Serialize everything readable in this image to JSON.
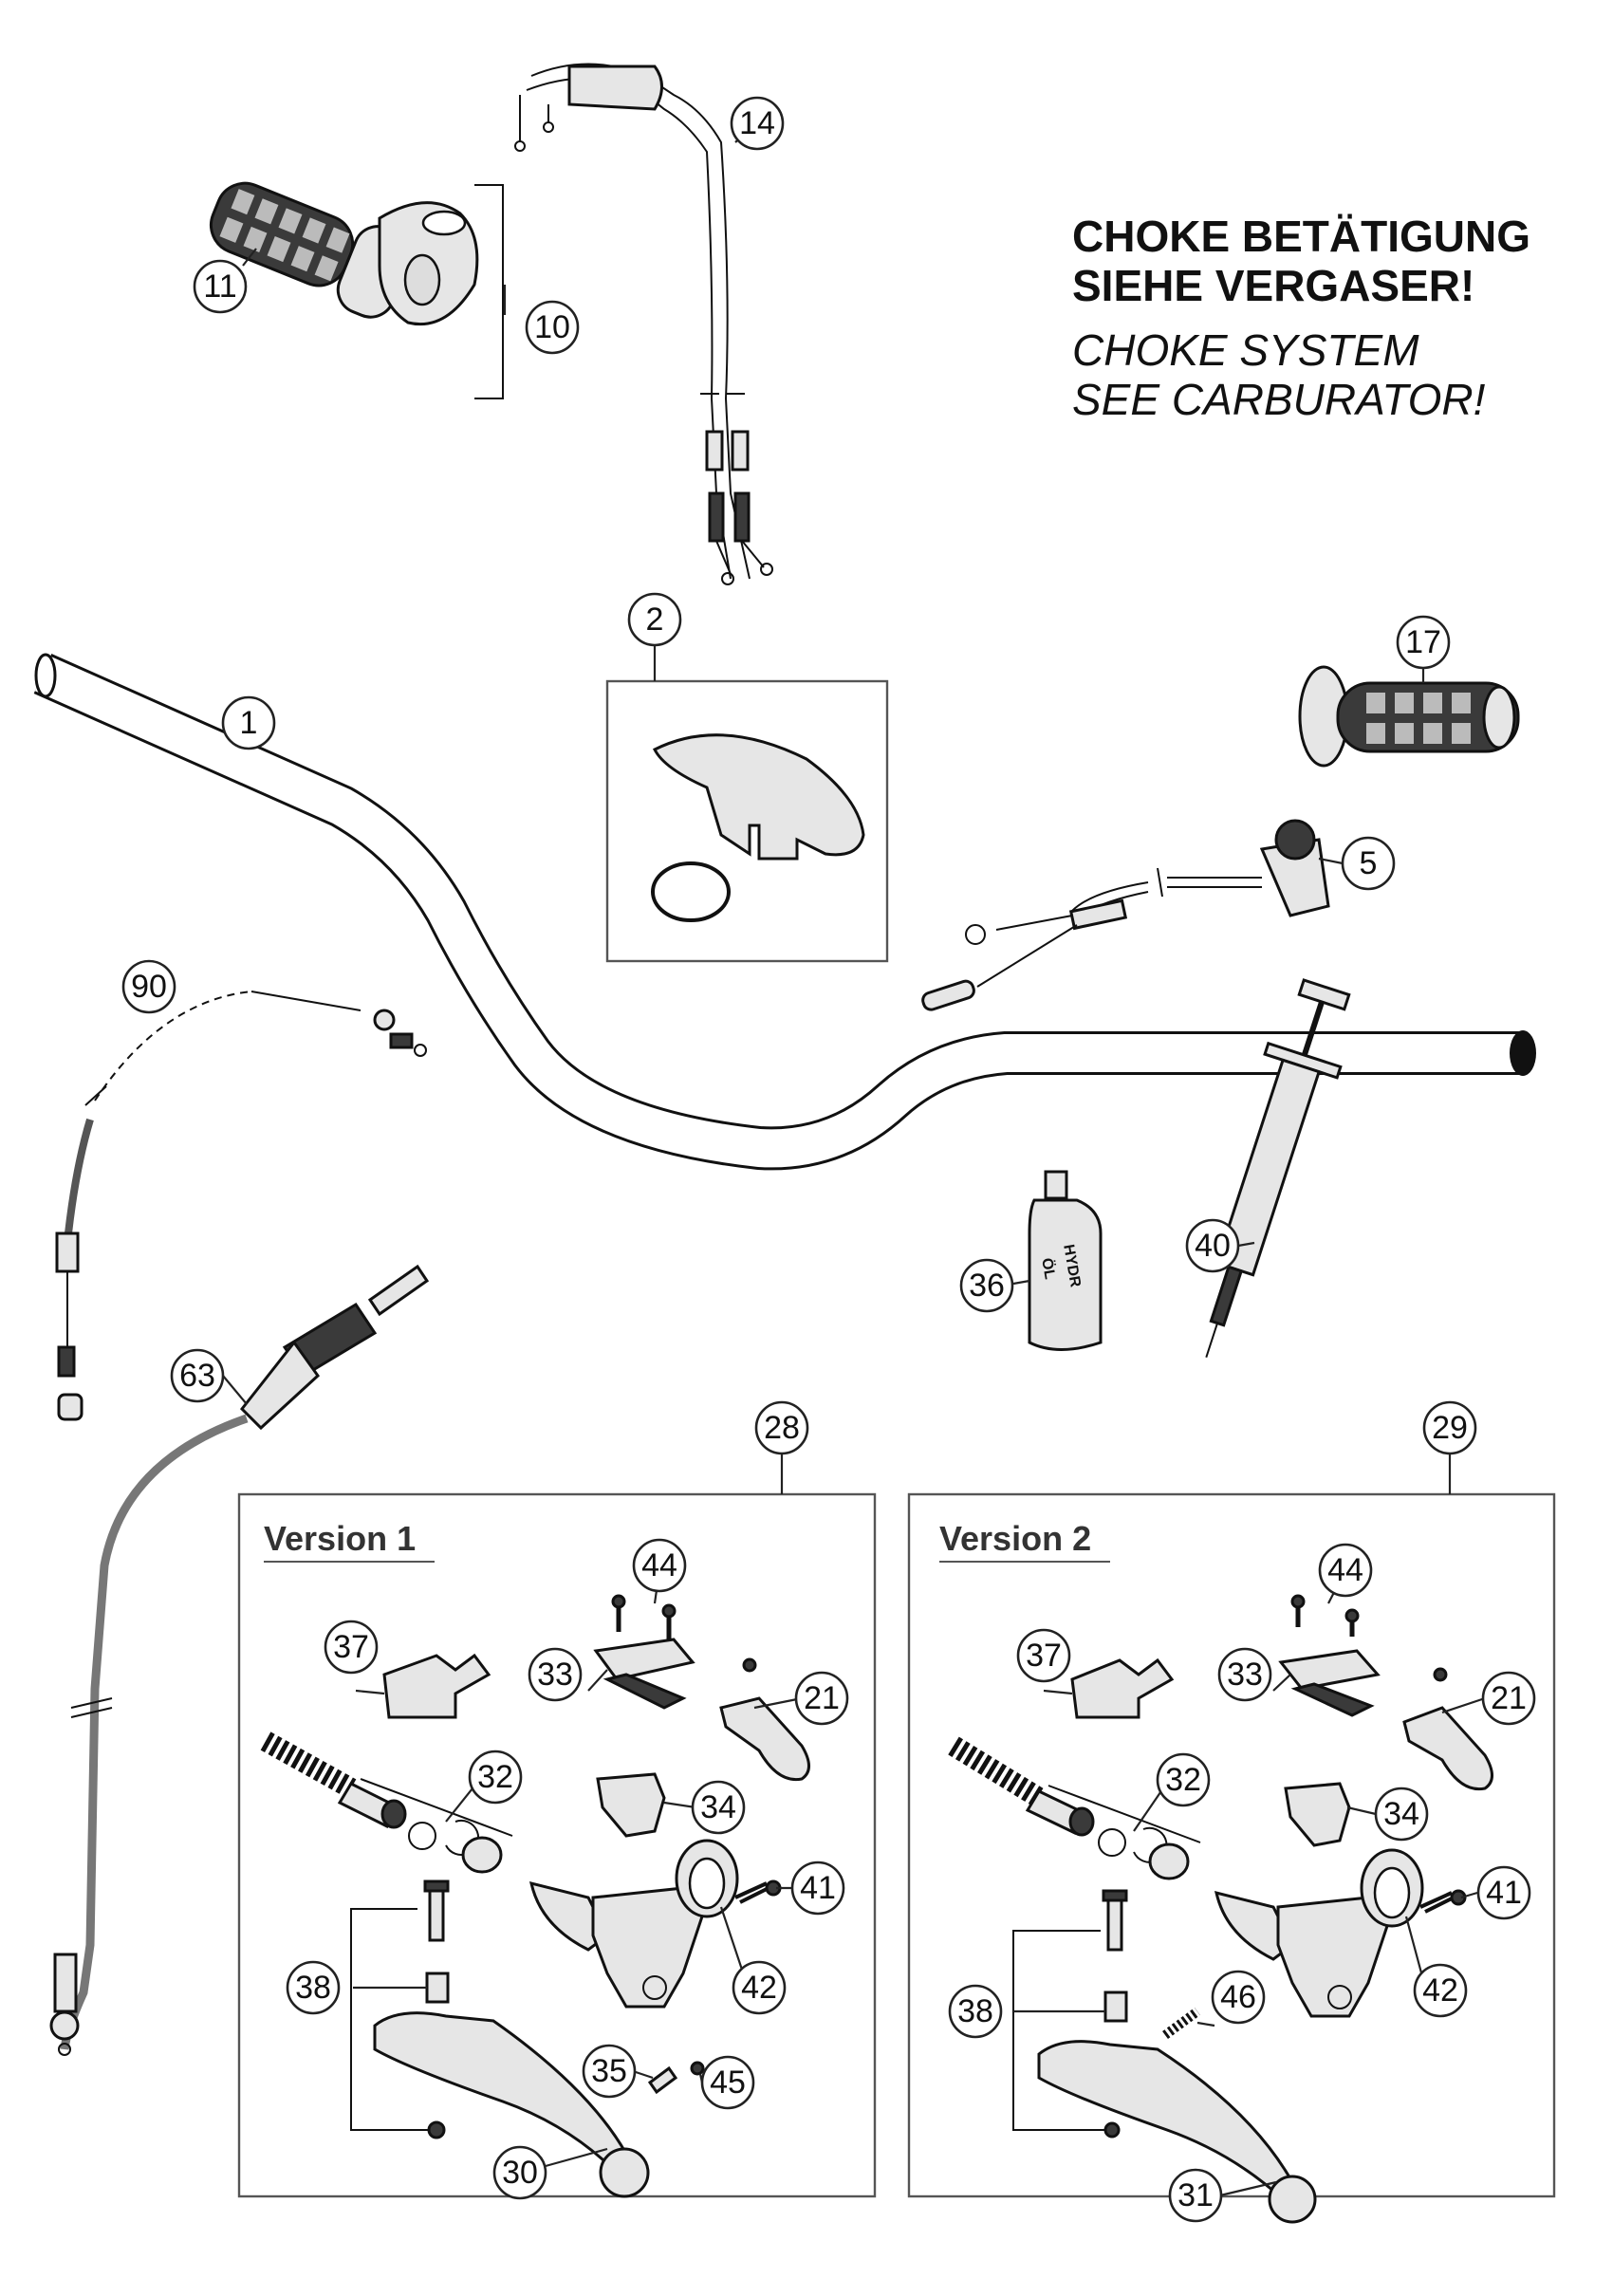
{
  "notes": {
    "german_line1": "CHOKE BETÄTIGUNG",
    "german_line2": "SIEHE VERGASER!",
    "english_line1": "CHOKE SYSTEM",
    "english_line2": "SEE CARBURATOR!"
  },
  "versions": {
    "version1_label": "Version 1",
    "version2_label": "Version 2"
  },
  "bottle_label": {
    "line1": "HYDR",
    "line2": "ÖL"
  },
  "callouts": {
    "c1": "1",
    "c2": "2",
    "c5": "5",
    "c10": "10",
    "c11": "11",
    "c14": "14",
    "c17": "17",
    "c28": "28",
    "c29": "29",
    "c36": "36",
    "c40": "40",
    "c63": "63",
    "c90": "90",
    "v1_44": "44",
    "v1_37": "37",
    "v1_33": "33",
    "v1_21": "21",
    "v1_32": "32",
    "v1_34": "34",
    "v1_41": "41",
    "v1_42": "42",
    "v1_38": "38",
    "v1_35": "35",
    "v1_45": "45",
    "v1_30": "30",
    "v2_44": "44",
    "v2_37": "37",
    "v2_33": "33",
    "v2_21": "21",
    "v2_32": "32",
    "v2_34": "34",
    "v2_41": "41",
    "v2_42": "42",
    "v2_38": "38",
    "v2_46": "46",
    "v2_31": "31"
  }
}
